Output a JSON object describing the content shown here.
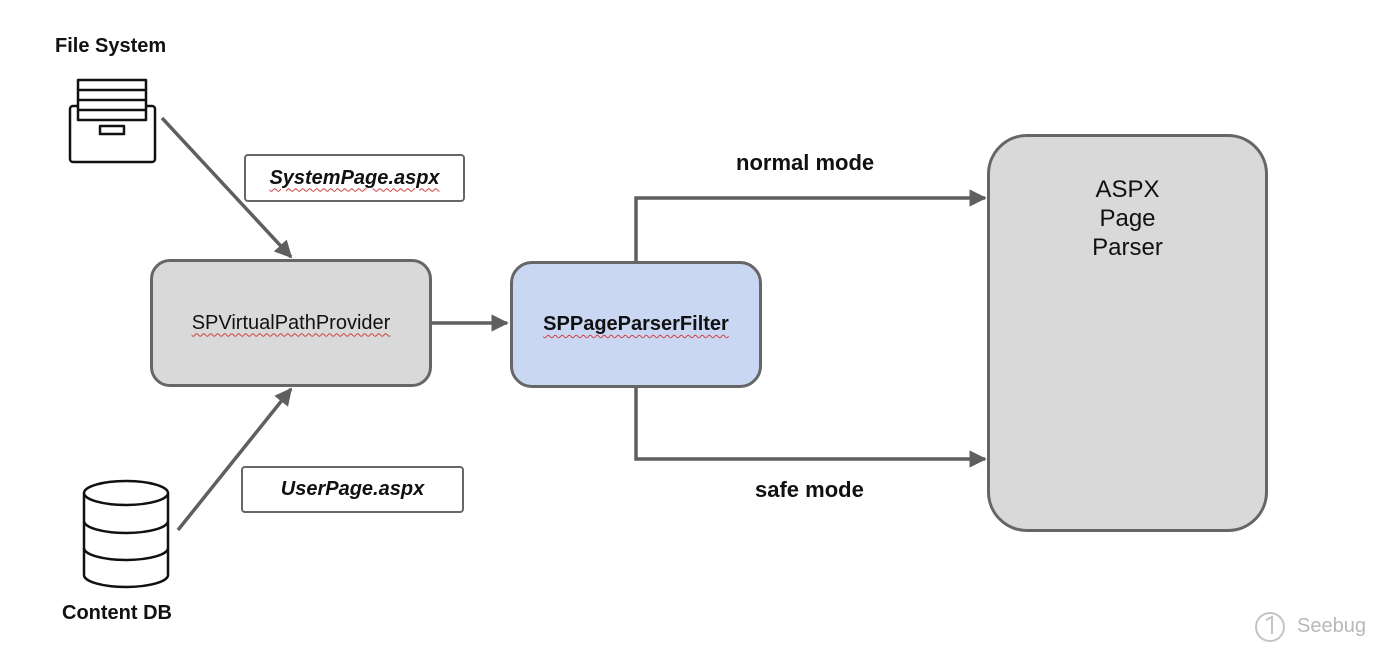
{
  "file_system": {
    "label": "File System"
  },
  "content_db": {
    "label": "Content DB"
  },
  "system_page": {
    "label": "SystemPage.aspx"
  },
  "user_page": {
    "label": "UserPage.aspx"
  },
  "provider": {
    "label": "SPVirtualPathProvider"
  },
  "filter": {
    "label": "SPPageParserFilter"
  },
  "modes": {
    "normal": "normal mode",
    "safe": "safe mode"
  },
  "parser": {
    "line1": "ASPX",
    "line2": "Page",
    "line3": "Parser"
  },
  "watermark": {
    "text": "Seebug"
  },
  "icons": {
    "file_system": "file-cabinet-icon",
    "content_db": "database-icon",
    "sandbox": "sandbox-icon",
    "watermark": "seebug-logo-icon"
  },
  "colors": {
    "provider_fill": "#d9d9d9",
    "filter_fill": "#c9d7f2",
    "parser_fill": "#d9d9d9",
    "sandbox_fill": "#fae5a6",
    "arrow": "#5f5f5f"
  }
}
